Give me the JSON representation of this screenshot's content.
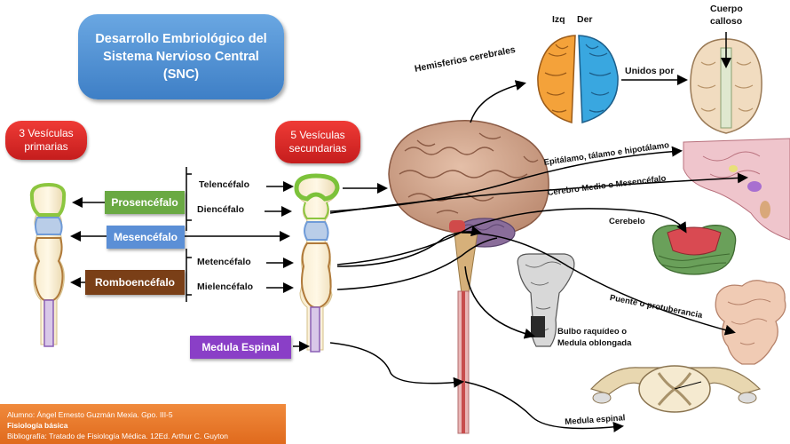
{
  "title": {
    "line1": "Desarrollo Embriológico del",
    "line2": "Sistema Nervioso Central",
    "line3": "(SNC)"
  },
  "primary": {
    "line1": "3 Vesículas",
    "line2": "primarias"
  },
  "secondary": {
    "line1": "5 Vesículas",
    "line2": "secundarias"
  },
  "tags": {
    "prosencefalo": "Prosencéfalo",
    "mesencefalo": "Mesencéfalo",
    "romboencefalo": "Romboencéfalo",
    "medula": "Medula Espinal"
  },
  "sub": {
    "telencefalo": "Telencéfalo",
    "diencefalo": "Diencéfalo",
    "metencefalo": "Metencéfalo",
    "mielencefalo": "Mielencéfalo"
  },
  "labels": {
    "hemisferios": "Hemisferios cerebrales",
    "izq": "Izq",
    "der": "Der",
    "unidos": "Unidos por",
    "cuerpo1": "Cuerpo",
    "cuerpo2": "calloso",
    "epitalamo": "Epitálamo, tálamo e hipotálamo",
    "cerebro_medio": "Cerebro Medio o Mesencéfalo",
    "cerebelo": "Cerebelo",
    "puente": "Puente o protuberancia",
    "bulbo1": "Bulbo raquídeo o",
    "bulbo2": "Medula oblongada",
    "medula_espinal": "Medula espinal"
  },
  "footer": {
    "line1": "Alumno: Ángel Ernesto Guzmán Mexia.        Gpo. III-5",
    "line2": "Fisiología básica",
    "line3": "Bibliografía: Tratado de Fisiología Médica. 12Ed. Arthur C. Guyton"
  },
  "colors": {
    "title_blue": "#4a8fd6",
    "red": "#d92a26",
    "green": "#6aa943",
    "blue": "#5b8fd6",
    "brown": "#7a3f17",
    "purple": "#8a3fc7",
    "orange": "#e8772a"
  }
}
